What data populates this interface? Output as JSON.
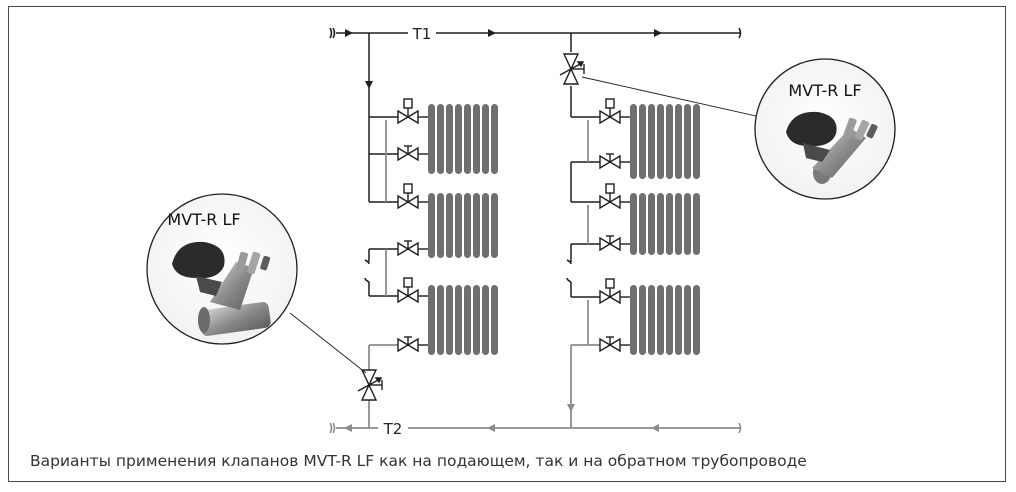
{
  "pipes": {
    "supply_label": "T1",
    "return_label": "T2"
  },
  "valve_callouts": [
    {
      "label": "MVT-R LF",
      "mounted_on": "supply"
    },
    {
      "label": "MVT-R LF",
      "mounted_on": "return"
    }
  ],
  "caption": "Варианты применения клапанов MVT-R LF как на подающем, так и на обратном трубопроводе",
  "colors": {
    "supply_pipe": "#1e1e1e",
    "return_pipe": "#8c8c8c",
    "radiator": "#6f6f6f",
    "frame": "#4a4a4a"
  },
  "icons": [
    "break-mark-icon",
    "flow-arrow-icon",
    "radiator-icon",
    "shutoff-valve-icon",
    "thermostatic-valve-icon",
    "balancing-valve-icon",
    "valve-photo-icon"
  ]
}
